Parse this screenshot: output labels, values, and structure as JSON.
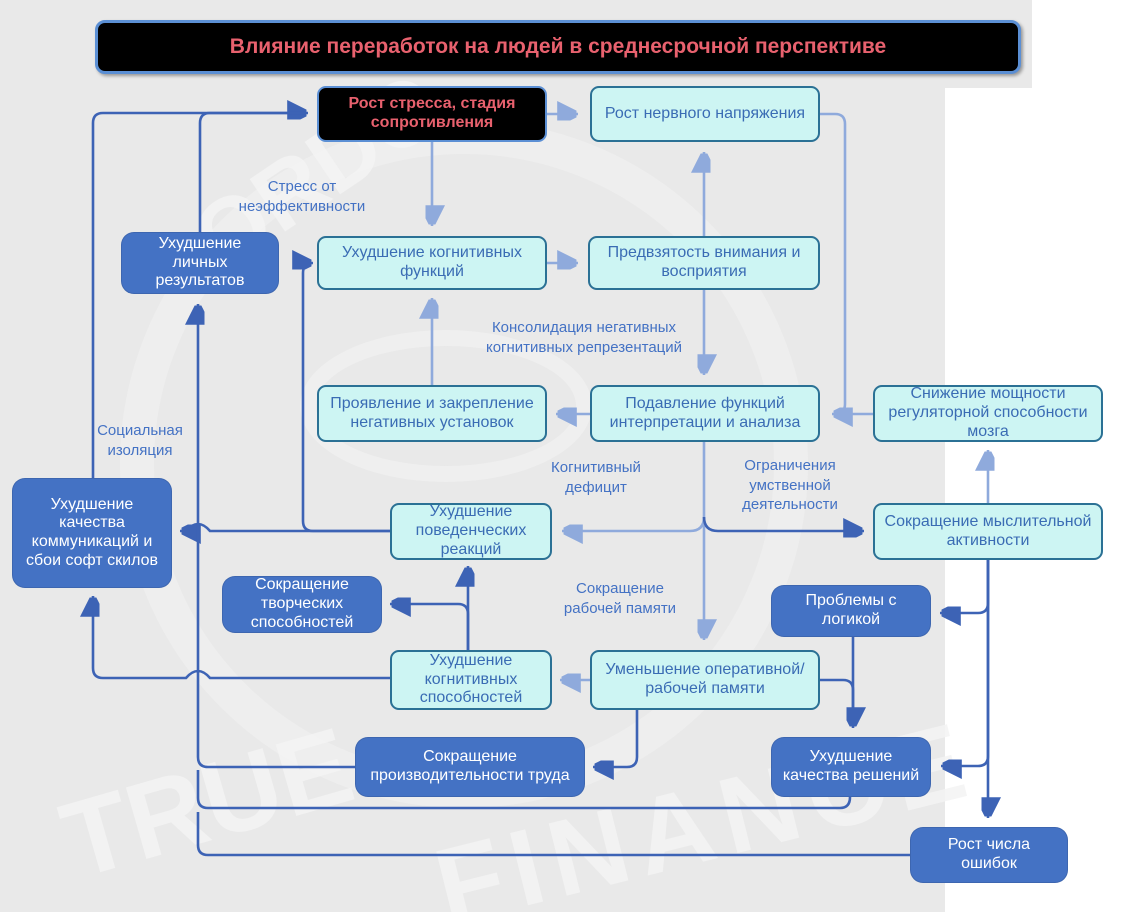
{
  "title": "Влияние переработок на людей в среднесрочной перспективе",
  "colors": {
    "background": "#e9e9e9",
    "box_cyan_fill": "#cdf5f3",
    "box_cyan_border": "#2b7195",
    "box_blue_fill": "#4472c4",
    "box_black_fill": "#000000",
    "box_black_border": "#5b8fd4",
    "title_text": "#e8616e",
    "node_text_blue": "#3a6cb4",
    "node_text_white": "#ffffff",
    "edge_light": "#8faadc",
    "edge_dark": "#3d63b5",
    "label_text": "#4472c4"
  },
  "watermark": {
    "word1": "ORDO",
    "word2": "TRUE",
    "word3": "FINANCE"
  },
  "nodes": {
    "stress": {
      "label": "Рост стресса, стадия сопротивления",
      "style": "black"
    },
    "nerv": {
      "label": "Рост нервного напряжения",
      "style": "cyan"
    },
    "lichn": {
      "label": "Ухудшение личных результатов",
      "style": "blue"
    },
    "kogfunk": {
      "label": "Ухудшение когнитивных функций",
      "style": "cyan"
    },
    "predvz": {
      "label": "Предвзятость внимания и восприятия",
      "style": "cyan"
    },
    "proyavl": {
      "label": "Проявление и закрепление негативных установок",
      "style": "cyan"
    },
    "podavl": {
      "label": "Подавление функций интерпретации и анализа",
      "style": "cyan"
    },
    "snizh": {
      "label": "Снижение мощности регуляторной способности мозга",
      "style": "cyan"
    },
    "comms": {
      "label": "Ухудшение качества коммуникаций и сбои софт скилов",
      "style": "blue"
    },
    "povedench": {
      "label": "Ухудшение поведенческих реакций",
      "style": "cyan"
    },
    "sokrmysl": {
      "label": "Сокращение мыслительной активности",
      "style": "cyan"
    },
    "tvorch": {
      "label": "Сокращение творческих способностей",
      "style": "blue"
    },
    "logika": {
      "label": "Проблемы с логикой",
      "style": "blue"
    },
    "kogspos": {
      "label": "Ухудшение когнитивных способностей",
      "style": "cyan"
    },
    "umensh": {
      "label": "Уменьшение оперативной/рабочей памяти",
      "style": "cyan"
    },
    "proizv": {
      "label": "Сокращение производительности труда",
      "style": "blue"
    },
    "resheniy": {
      "label": "Ухудшение качества решений",
      "style": "blue"
    },
    "oshibki": {
      "label": "Рост числа ошибок",
      "style": "blue"
    }
  },
  "edge_labels": {
    "stressot": "Стресс от неэффективности",
    "konsolid": "Консолидация негативных когнитивных репрезентаций",
    "soc": "Социальная изоляция",
    "kogdef": "Когнитивный дефицит",
    "ogranich": "Ограничения умственной деятельности",
    "sokrpam": "Сокращение рабочей памяти"
  },
  "edges": [
    {
      "from": "stress",
      "to": "nerv"
    },
    {
      "from": "stress",
      "to": "kogfunk"
    },
    {
      "from": "lichn",
      "to": "stress",
      "label": "Стресс от неэффективности"
    },
    {
      "from": "comms",
      "to": "stress",
      "label": "Социальная изоляция"
    },
    {
      "from": "kogfunk",
      "to": "predvz"
    },
    {
      "from": "predvz",
      "to": "nerv"
    },
    {
      "from": "predvz",
      "to": "podavl",
      "label": "Консолидация негативных когнитивных репрезентаций"
    },
    {
      "from": "nerv",
      "to": "podavl"
    },
    {
      "from": "snizh",
      "to": "podavl"
    },
    {
      "from": "podavl",
      "to": "proyavl"
    },
    {
      "from": "proyavl",
      "to": "kogfunk"
    },
    {
      "from": "podavl",
      "to": "povedench",
      "label": "Когнитивный дефицит"
    },
    {
      "from": "podavl",
      "to": "sokrmysl",
      "label": "Ограничения умственной деятельности"
    },
    {
      "from": "podavl",
      "to": "umensh",
      "label": "Сокращение рабочей памяти"
    },
    {
      "from": "sokrmysl",
      "to": "snizh"
    },
    {
      "from": "umensh",
      "to": "kogspos"
    },
    {
      "from": "povedench",
      "to": "kogfunk"
    },
    {
      "from": "povedench",
      "to": "comms"
    },
    {
      "from": "kogspos",
      "to": "povedench"
    },
    {
      "from": "kogspos",
      "to": "tvorch"
    },
    {
      "from": "kogspos",
      "to": "comms"
    },
    {
      "from": "umensh",
      "to": "proizv"
    },
    {
      "from": "umensh",
      "to": "resheniy"
    },
    {
      "from": "logika",
      "to": "resheniy"
    },
    {
      "from": "sokrmysl",
      "to": "logika"
    },
    {
      "from": "sokrmysl",
      "to": "resheniy"
    },
    {
      "from": "sokrmysl",
      "to": "oshibki"
    },
    {
      "from": "proizv",
      "to": "lichn"
    },
    {
      "from": "resheniy",
      "to": "lichn"
    },
    {
      "from": "oshibki",
      "to": "lichn"
    }
  ]
}
